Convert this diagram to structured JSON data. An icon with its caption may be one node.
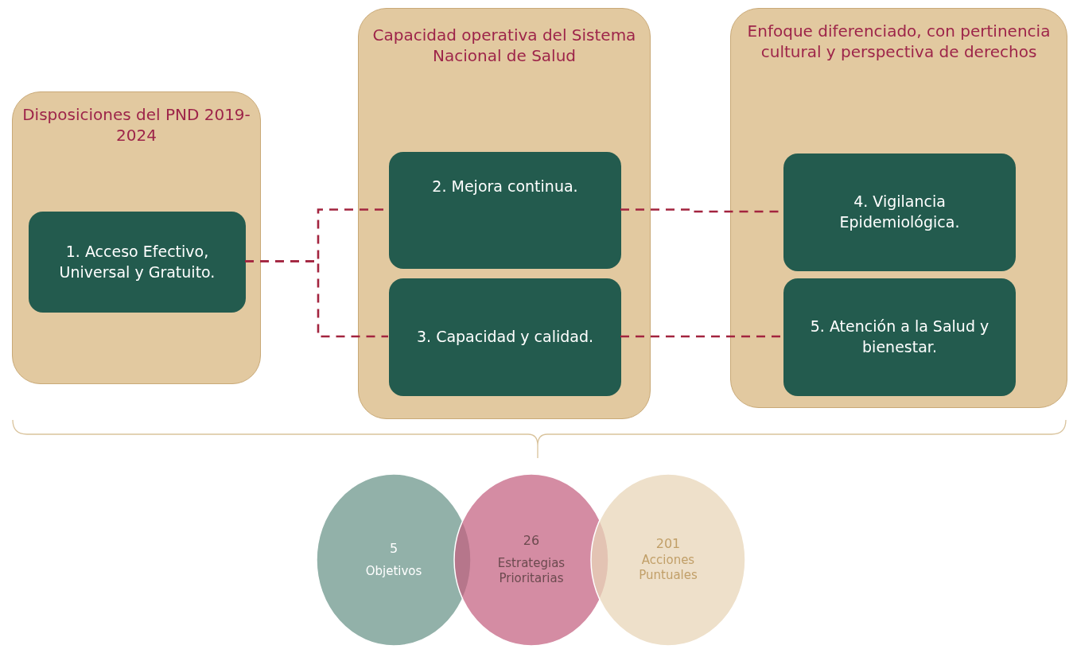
{
  "diagram": {
    "nodes": [
      {
        "text": [
          "Disposiciones del PND 2019-2024"
        ]
      },
      {
        "text": [
          "1. Acceso Efectivo, Universal y Gratuito."
        ],
        "in": 0
      },
      {
        "text": [
          "Capacidad operativa del Sistema Nacional de Salud"
        ]
      },
      {
        "text": [
          "2. Mejora continua."
        ],
        "in": 2
      },
      {
        "text": [
          "3. Capacidad y calidad."
        ],
        "in": 2
      },
      {
        "text": [
          "Enfoque diferenciado, con pertinencia cultural y perspectiva de derechos"
        ]
      },
      {
        "text": [
          "4. Vigilancia Epidemiológica."
        ],
        "in": 5
      },
      {
        "text": [
          "5. Atención a la Salud y bienestar."
        ],
        "in": 5
      },
      {
        "text": [
          "5",
          "Objetivos"
        ]
      },
      {
        "text": [
          "26",
          "Estrategias Prioritarias"
        ]
      },
      {
        "text": [
          "201",
          "Acciones Puntuales"
        ]
      }
    ],
    "edges": [
      {
        "from": 1,
        "to": 3,
        "arrow": "none",
        "style": "dashed"
      },
      {
        "from": 1,
        "to": 4,
        "arrow": "none",
        "style": "dashed"
      },
      {
        "from": 3,
        "to": 6,
        "arrow": "none",
        "style": "dashed"
      },
      {
        "from": 4,
        "to": 7,
        "arrow": "none",
        "style": "dashed"
      }
    ]
  }
}
